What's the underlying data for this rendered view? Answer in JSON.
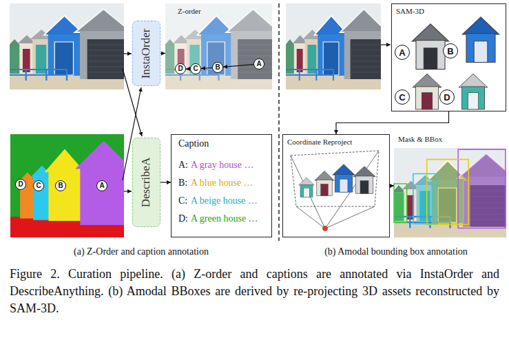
{
  "diagram": {
    "caption": "Figure 2. Curation pipeline. (a) Z-order and captions are annotated via InstaOrder and DescribeAnything. (b) Amodal BBoxes are derived by re-projecting 3D assets reconstructed by SAM-3D.",
    "nodes": [
      {
        "text": [
          "InstaOrder"
        ]
      },
      {
        "text": [
          "Z-order"
        ]
      },
      {
        "text": [
          "D"
        ],
        "in": 1
      },
      {
        "text": [
          "C"
        ],
        "in": 1
      },
      {
        "text": [
          "B"
        ],
        "in": 1
      },
      {
        "text": [
          "A"
        ],
        "in": 1
      },
      {
        "text": [
          "D"
        ]
      },
      {
        "text": [
          "C"
        ]
      },
      {
        "text": [
          "B"
        ]
      },
      {
        "text": [
          "A"
        ]
      },
      {
        "text": [
          "DescribeA"
        ]
      },
      {
        "text": [
          "Caption",
          "A:",
          "A gray house …",
          "B:",
          "A blue house …",
          "C:",
          "A beige house …",
          "D:",
          "A green house …"
        ]
      },
      {
        "text": [
          "SAM-3D"
        ]
      },
      {
        "text": [
          "A"
        ],
        "in": 12
      },
      {
        "text": [
          "B"
        ],
        "in": 12
      },
      {
        "text": [
          "C"
        ],
        "in": 12
      },
      {
        "text": [
          "D"
        ],
        "in": 12
      },
      {
        "text": [
          "Coordinate Reproject"
        ]
      },
      {
        "text": [
          "Mask & BBox"
        ]
      }
    ],
    "edges": [
      {
        "from": 0,
        "to": 1,
        "arrow": "to"
      },
      {
        "from": 5,
        "to": 4,
        "arrow": "to"
      },
      {
        "from": 4,
        "to": 3,
        "arrow": "to"
      },
      {
        "from": 3,
        "to": 2,
        "arrow": "to"
      },
      {
        "from": 10,
        "to": 11,
        "arrow": "to"
      },
      {
        "from": 12,
        "to": 17,
        "arrow": "to"
      },
      {
        "from": 17,
        "to": 18,
        "arrow": "to"
      }
    ],
    "labels": [
      "(a) Z-Order and caption annotation",
      "(b) Amodal bounding box annotation"
    ]
  }
}
